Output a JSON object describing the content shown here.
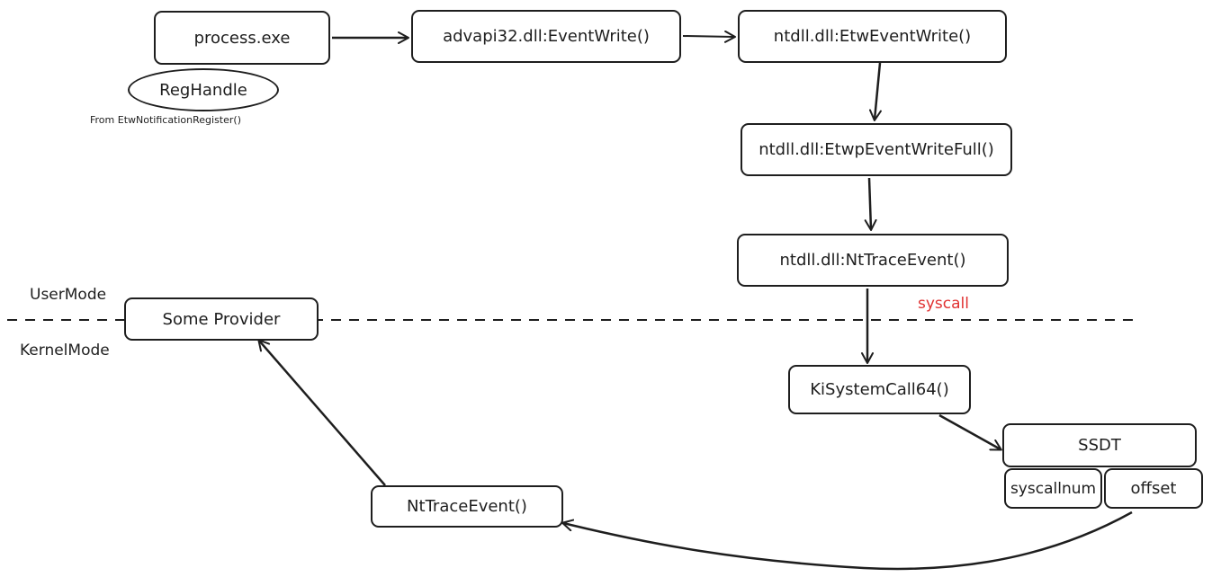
{
  "nodes": {
    "process": "process.exe",
    "reghandle": "RegHandle",
    "event_write": "advapi32.dll:EventWrite()",
    "etw_event_write": "ntdll.dll:EtwEventWrite()",
    "etwp_event_write_full": "ntdll.dll:EtwpEventWriteFull()",
    "nt_trace_event_user": "ntdll.dll:NtTraceEvent()",
    "some_provider": "Some Provider",
    "ki_system_call": "KiSystemCall64()",
    "ssdt": "SSDT",
    "syscallnum": "syscallnum",
    "offset": "offset",
    "nt_trace_event_kernel": "NtTraceEvent()"
  },
  "notes": {
    "reghandle_source": "From EtwNotificationRegister()",
    "user_mode": "UserMode",
    "kernel_mode": "KernelMode",
    "syscall": "syscall"
  },
  "colors": {
    "stroke": "#1e1e1e",
    "syscall_text": "#e03131",
    "background": "#ffffff"
  }
}
